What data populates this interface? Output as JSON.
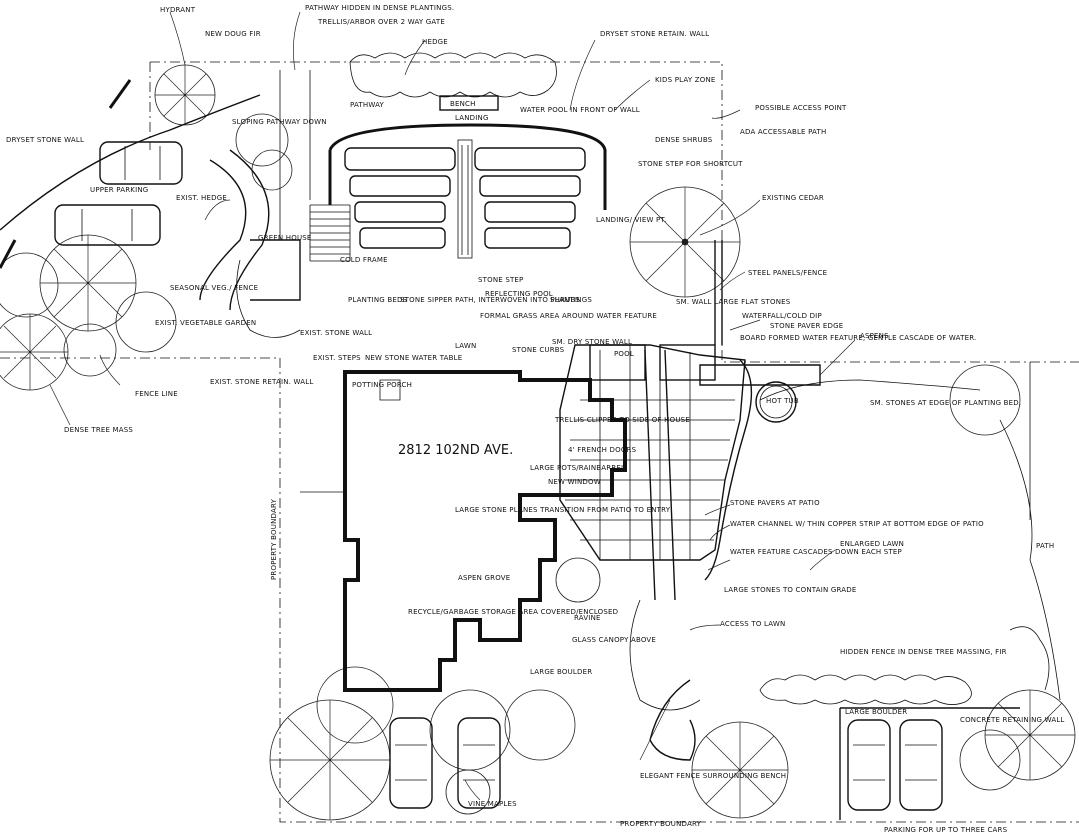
{
  "address": "2812 102ND AVE.",
  "labels": {
    "hydrant": "HYDRANT",
    "new_doug_fir": "NEW DOUG FIR",
    "pathway_hidden": "PATHWAY HIDDEN IN DENSE PLANTINGS.",
    "trellis_arbor": "TRELLIS/ARBOR OVER 2 WAY GATE",
    "hedge": "HEDGE",
    "dryset_stone_wall_top": "DRYSET STONE RETAIN. WALL",
    "pathway": "PATHWAY",
    "bench": "BENCH",
    "landing": "LANDING",
    "water_pool_wall": "WATER POOL IN FRONT OF WALL",
    "kids_play_zone": "KIDS PLAY ZONE",
    "possible_access": "POSSIBLE ACCESS POINT",
    "ada_path": "ADA ACCESSABLE PATH",
    "dryset_stone_wall_left": "DRYSET STONE WALL",
    "sloping_pathway": "SLOPING PATHWAY DOWN",
    "dense_shrubs": "DENSE SHRUBS",
    "stone_step_shortcut": "STONE STEP FOR SHORTCUT",
    "upper_parking": "UPPER PARKING",
    "exist_hedge": "EXIST. HEDGE",
    "existing_cedar": "EXISTING CEDAR",
    "landing_view": "LANDING/ VIEW PT.",
    "green_house": "GREEN HOUSE",
    "steel_panels": "STEEL PANELS/FENCE",
    "cold_frame": "COLD FRAME",
    "seasonal_veg": "SEASONAL VEG./ FENCE",
    "planting_beds": "PLANTING BEDS",
    "stone_sipper": "STONE SIPPER PATH, INTERWOVEN INTO PLANTINGS",
    "stone_step": "STONE STEP",
    "reflecting_pool": "REFLECTING POOL",
    "formal_grass": "FORMAL GRASS AREA AROUND WATER FEATURE",
    "shrubs": "SHRUBS",
    "sm_wall": "SM. WALL LARGE FLAT STONES",
    "waterfall": "WATERFALL/COLD DIP",
    "stone_paver_edge": "STONE PAVER EDGE",
    "board_formed": "BOARD FORMED WATER FEATURE, GENTLE CASCADE OF WATER.",
    "aspens": "ASPENS",
    "exist_vegetable": "EXIST. VEGETABLE GARDEN",
    "exist_stone_wall": "EXIST. STONE WALL",
    "lawn_top": "LAWN",
    "stone_curbs": "STONE CURBS",
    "sm_dry_stone": "SM. DRY STONE WALL",
    "pool": "POOL",
    "exist_steps": "EXIST. STEPS",
    "new_stone_water_table": "NEW STONE WATER TABLE",
    "fence_line": "FENCE LINE",
    "exist_stone_retaining": "EXIST. STONE RETAIN. WALL",
    "potting_porch": "POTTING PORCH",
    "hot_tub": "HOT TUB",
    "sm_stones": "SM. STONES AT EDGE OF PLANTING BED.",
    "dense_tree_mass": "DENSE TREE MASS",
    "trellis_clipped": "TRELLIS CLIPPED TO SIDE OF HOUSE",
    "french_doors": "4' FRENCH DOORS",
    "large_pots": "LARGE POTS/RAINBARREL",
    "new_window": "NEW WINDOW",
    "large_stone_planes": "LARGE STONE PLANES TRANSITION FROM PATIO TO ENTRY",
    "stone_pavers_patio": "STONE PAVERS AT PATIO",
    "water_channel": "WATER CHANNEL W/ THIN COPPER STRIP AT BOTTOM EDGE OF PATIO",
    "water_feature_cascades": "WATER FEATURE CASCADES DOWN EACH STEP",
    "enlarged_lawn": "ENLARGED LAWN",
    "path": "PATH",
    "aspen_grove": "ASPEN GROVE",
    "large_stones": "LARGE STONES TO CONTAIN GRADE",
    "property_boundary_left": "PROPERTY BOUNDARY",
    "recycle": "RECYCLE/GARBAGE STORAGE AREA COVERED/ENCLOSED",
    "ravine": "RAVINE",
    "access_lawn": "ACCESS TO LAWN",
    "glass_canopy": "GLASS CANOPY ABOVE",
    "hidden_fence": "HIDDEN FENCE IN DENSE TREE MASSING, FIR",
    "large_boulder_1": "LARGE BOULDER",
    "large_boulder_2": "LARGE BOULDER",
    "concrete_wall": "CONCRETE RETAINING WALL",
    "vine_maples": "VINE MAPLES",
    "elegant_fence": "ELEGANT FENCE SURROUNDING BENCH",
    "property_boundary_bottom": "PROPERTY BOUNDARY",
    "parking_three": "PARKING FOR UP TO THREE CARS"
  }
}
